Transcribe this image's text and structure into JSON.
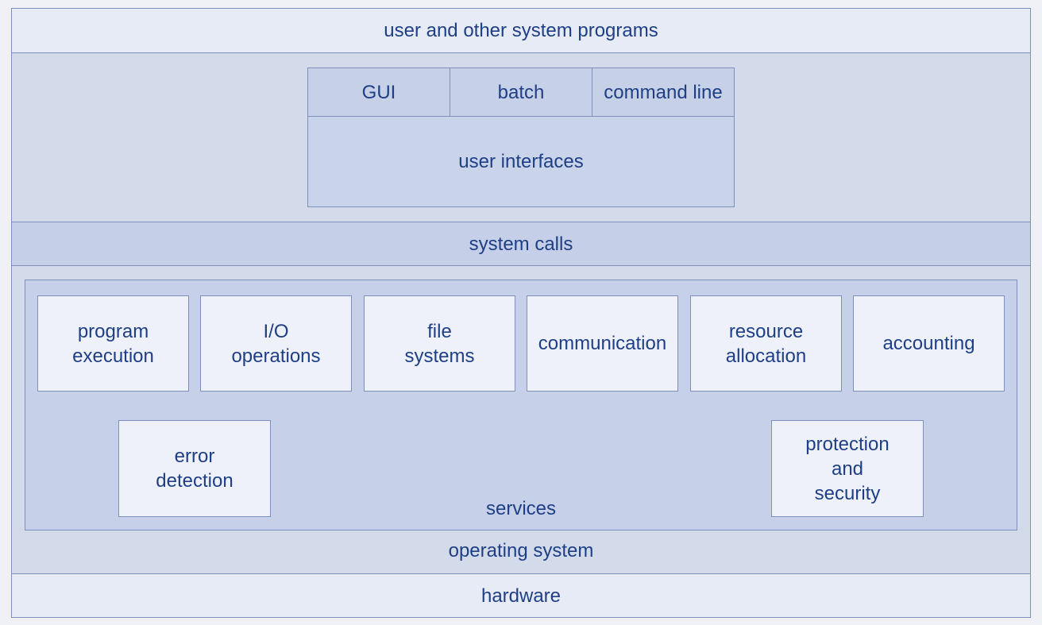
{
  "layers": {
    "user_programs": "user and other system programs",
    "user_interfaces": {
      "items": [
        "GUI",
        "batch",
        "command line"
      ],
      "label": "user interfaces"
    },
    "system_calls": "system calls",
    "services": {
      "items": [
        "program\nexecution",
        "I/O\noperations",
        "file\nsystems",
        "communication",
        "resource\nallocation",
        "accounting",
        "error\ndetection",
        "protection\nand\nsecurity"
      ],
      "label": "services"
    },
    "operating_system": "operating system",
    "hardware": "hardware"
  }
}
